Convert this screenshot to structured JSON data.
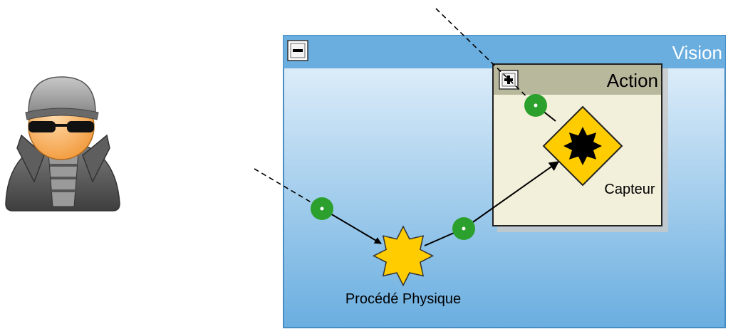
{
  "diagram": {
    "vision_container": {
      "title": "Vision",
      "collapse_symbol": "−"
    },
    "action_container": {
      "title": "Action",
      "expand_symbol": "+"
    },
    "nodes": {
      "process": {
        "label": "Procédé Physique"
      },
      "sensor": {
        "label": "Capteur"
      }
    },
    "actor": {
      "icon": "spy-icon"
    },
    "colors": {
      "vision_header": "#6aaee0",
      "vision_body_top": "#eaf4fc",
      "vision_body_bottom": "#6aaee0",
      "vision_title": "#ffffff",
      "action_header": "#b8b89c",
      "action_body": "#f2efda",
      "port": "#2ca02c",
      "star_fill": "#ffcc00",
      "sensor_fill": "#ffcc00"
    }
  }
}
